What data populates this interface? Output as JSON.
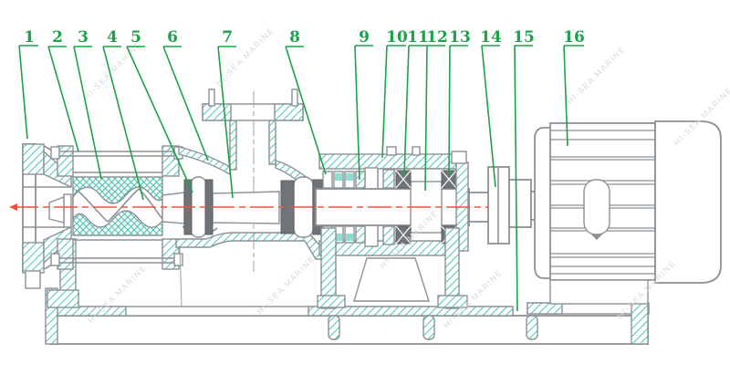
{
  "drawing": {
    "watermark_text": "HI-SEA MARINE",
    "colors": {
      "outline_gray": "#8b9195",
      "section_hatch_teal": "#4cc5b4",
      "centerline_red": "#f94b3e",
      "callout_green": "#1ca24b",
      "watermark_gray": "#d9d9d9",
      "bearing_dark": "#6e7477",
      "background": "#ffffff"
    },
    "callouts": [
      {
        "label": "1"
      },
      {
        "label": "2"
      },
      {
        "label": "3"
      },
      {
        "label": "4"
      },
      {
        "label": "5"
      },
      {
        "label": "6"
      },
      {
        "label": "7"
      },
      {
        "label": "8"
      },
      {
        "label": "9"
      },
      {
        "label": "10"
      },
      {
        "label": "11"
      },
      {
        "label": "12"
      },
      {
        "label": "13"
      },
      {
        "label": "14"
      },
      {
        "label": "15"
      },
      {
        "label": "16"
      }
    ]
  }
}
